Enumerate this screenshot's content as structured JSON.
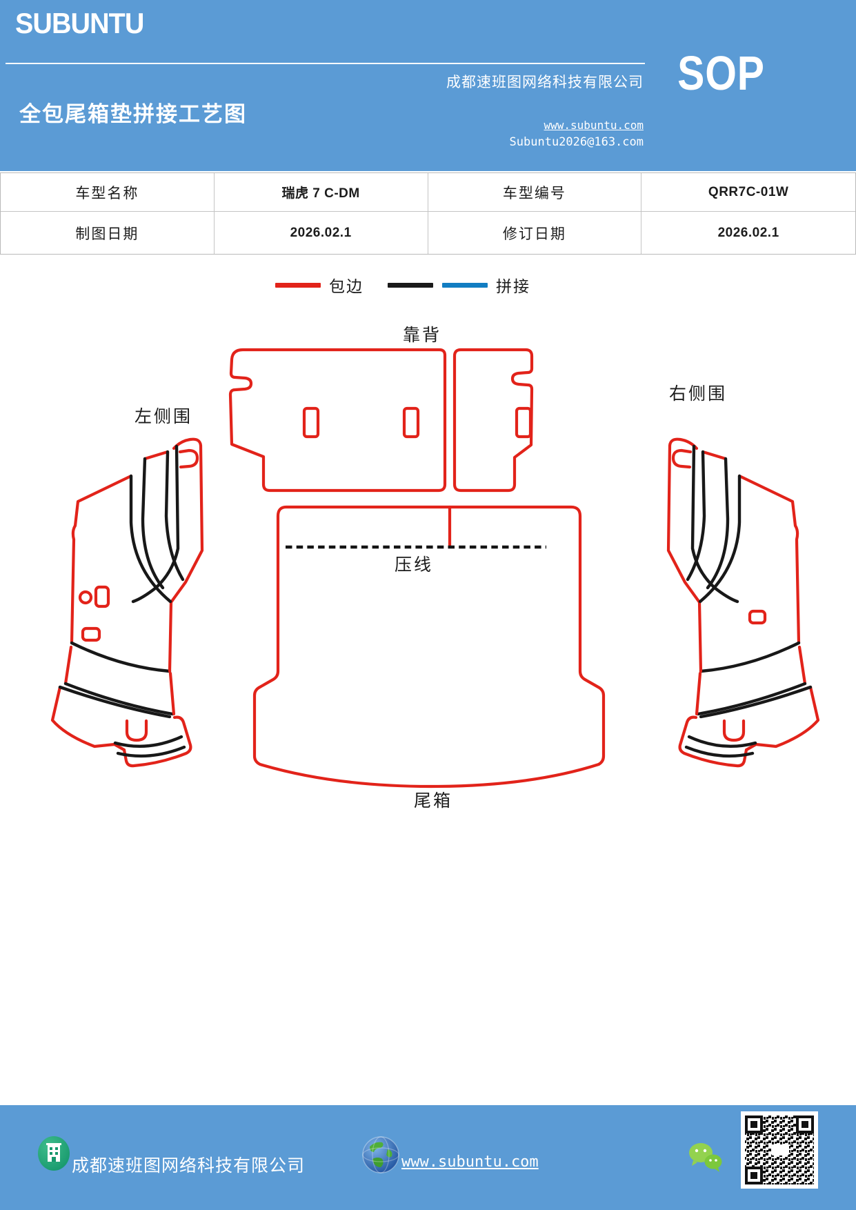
{
  "colors": {
    "theme_blue": "#5b9bd5",
    "edge_red": "#e2231a",
    "seam_black": "#1a1a1a",
    "splice_blue": "#127dc2"
  },
  "header": {
    "logo": "SUBUNTU",
    "company": "成都速班图网络科技有限公司",
    "title": "全包尾箱垫拼接工艺图",
    "website": "www.subuntu.com",
    "email": "Subuntu2026@163.com",
    "sop_badge": "SOP"
  },
  "info_table": {
    "rows": [
      {
        "cells": [
          "车型名称",
          "瑞虎 7 C-DM",
          "车型编号",
          "QRR7C-01W"
        ]
      },
      {
        "cells": [
          "制图日期",
          "2026.02.1",
          "修订日期",
          "2026.02.1"
        ]
      }
    ]
  },
  "legend": {
    "edge_label": "包边",
    "splice_label": "拼接"
  },
  "diagram": {
    "labels": {
      "backrest": "靠背",
      "left_side": "左侧围",
      "right_side": "右侧围",
      "crease": "压线",
      "trunk": "尾箱"
    }
  },
  "footer": {
    "company": "成都速班图网络科技有限公司",
    "website": "www.subuntu.com"
  }
}
